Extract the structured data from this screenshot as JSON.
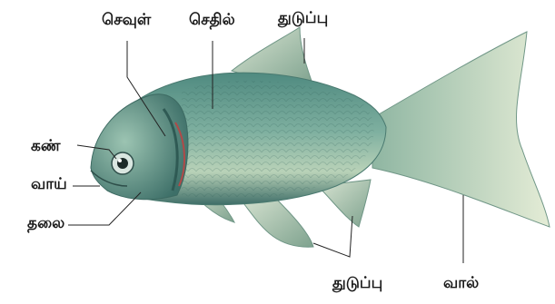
{
  "diagram": {
    "labels": {
      "gills": "செவுள்",
      "scales": "செதில்",
      "fin_top": "துடுப்பு",
      "eye": "கண்",
      "mouth": "வாய்",
      "head": "தலை",
      "fin_bottom": "துடுப்பு",
      "tail": "வால்"
    }
  }
}
